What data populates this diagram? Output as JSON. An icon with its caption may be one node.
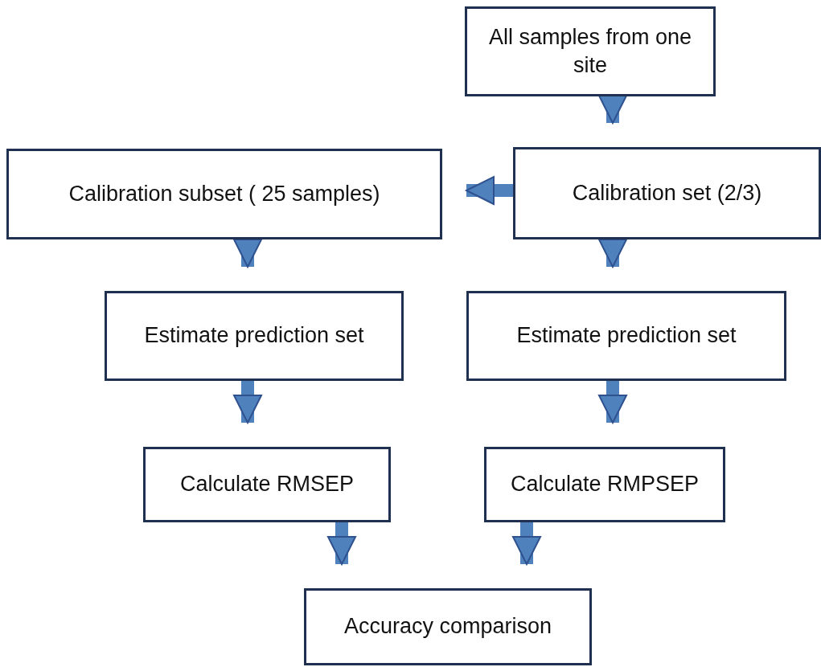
{
  "diagram": {
    "nodes": [
      {
        "text": [
          "All samples from one site"
        ]
      },
      {
        "text": [
          "Calibration set (2/3)"
        ]
      },
      {
        "text": [
          "Calibration subset ( 25 samples)"
        ]
      },
      {
        "text": [
          "Estimate prediction set"
        ]
      },
      {
        "text": [
          "Estimate prediction set"
        ]
      },
      {
        "text": [
          "Calculate RMSEP"
        ]
      },
      {
        "text": [
          "Calculate RMPSEP"
        ]
      },
      {
        "text": [
          "Accuracy comparison"
        ]
      }
    ],
    "edges": [
      {
        "from": 0,
        "to": 1,
        "arrow": "to"
      },
      {
        "from": 1,
        "to": 2,
        "arrow": "to"
      },
      {
        "from": 2,
        "to": 3,
        "arrow": "to"
      },
      {
        "from": 1,
        "to": 4,
        "arrow": "to"
      },
      {
        "from": 3,
        "to": 5,
        "arrow": "to"
      },
      {
        "from": 4,
        "to": 6,
        "arrow": "to"
      },
      {
        "from": 5,
        "to": 7,
        "arrow": "to"
      },
      {
        "from": 6,
        "to": 7,
        "arrow": "to"
      }
    ]
  }
}
